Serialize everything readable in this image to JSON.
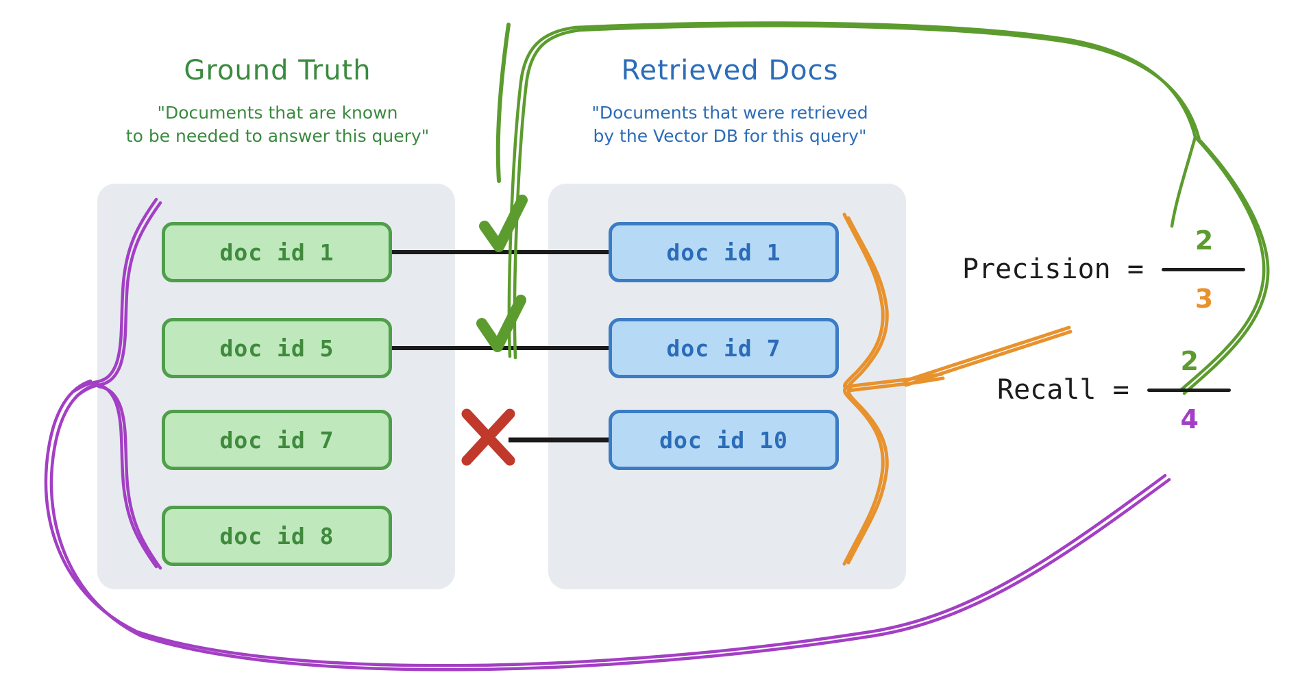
{
  "diagram": {
    "title_semantic": "precision-and-recall-for-retrieval",
    "columns": [
      {
        "id": "ground-truth",
        "title": "Ground Truth",
        "subtitle_line1": "\"Documents that are known",
        "subtitle_line2": "to be needed to answer this query\"",
        "color": "#3a8a3f",
        "docs": [
          {
            "label": "doc id 1",
            "matched": true
          },
          {
            "label": "doc id 5",
            "matched": true
          },
          {
            "label": "doc id 7",
            "matched": false
          },
          {
            "label": "doc id 8",
            "matched": false
          }
        ]
      },
      {
        "id": "retrieved-docs",
        "title": "Retrieved Docs",
        "subtitle_line1": "\"Documents that were retrieved",
        "subtitle_line2": "by the Vector DB for this query\"",
        "color": "#2b6cb8",
        "docs": [
          {
            "label": "doc id 1",
            "matched": true
          },
          {
            "label": "doc id 7",
            "matched": true
          },
          {
            "label": "doc id 10",
            "matched": false
          }
        ]
      }
    ],
    "match_marks": [
      {
        "kind": "check",
        "glyph": "✓",
        "color": "#5c9c2e"
      },
      {
        "kind": "check",
        "glyph": "✓",
        "color": "#5c9c2e"
      },
      {
        "kind": "cross",
        "glyph": "✕",
        "color": "#c0392b"
      }
    ],
    "formulas": [
      {
        "id": "precision",
        "label": "Precision =",
        "numerator": "2",
        "denominator": "3",
        "numerator_color": "#5c9c2e",
        "denominator_color": "#e8922e",
        "numerator_meaning": "relevant-retrieved-count",
        "denominator_meaning": "retrieved-docs-count"
      },
      {
        "id": "recall",
        "label": "Recall =",
        "numerator": "2",
        "denominator": "4",
        "numerator_color": "#5c9c2e",
        "denominator_color": "#a33fc4",
        "numerator_meaning": "relevant-retrieved-count",
        "denominator_meaning": "ground-truth-docs-count"
      }
    ],
    "palette": {
      "panel_bg": "#e7ebef",
      "green_fill": "#bfe8bd",
      "green_stroke": "#4f9e4a",
      "blue_fill": "#b6d9f5",
      "blue_stroke": "#3b7cc4",
      "orange_brace": "#e8922e",
      "purple_brace": "#a33fc4",
      "green_curve": "#5c9c2e",
      "connector": "#1a1a1a",
      "cross": "#c0392b"
    }
  }
}
